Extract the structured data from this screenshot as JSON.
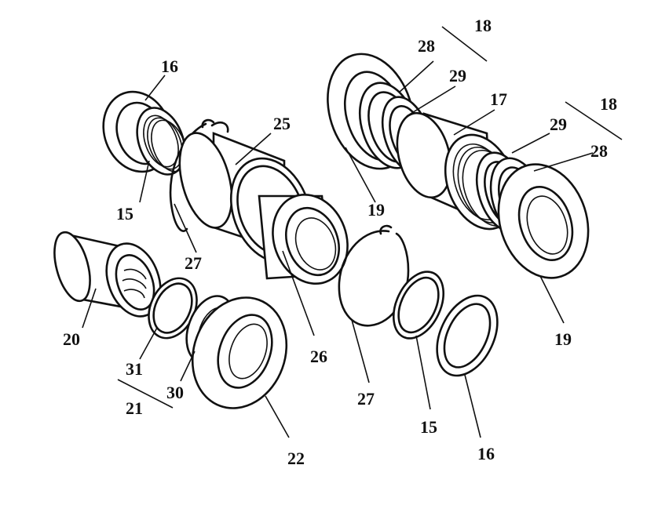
{
  "figure": {
    "background": "#ffffff",
    "ink": "#111111"
  },
  "labels": {
    "l16a": "16",
    "l15a": "15",
    "l25": "25",
    "l27a": "27",
    "l20": "20",
    "l31": "31",
    "l30": "30",
    "l21": "21",
    "l22": "22",
    "l26": "26",
    "l27b": "27",
    "l15b": "15",
    "l16b": "16",
    "l18a": "18",
    "l28a": "28",
    "l29a": "29",
    "l17": "17",
    "l19a": "19",
    "l18b": "18",
    "l29b": "29",
    "l28b": "28",
    "l19b": "19"
  }
}
